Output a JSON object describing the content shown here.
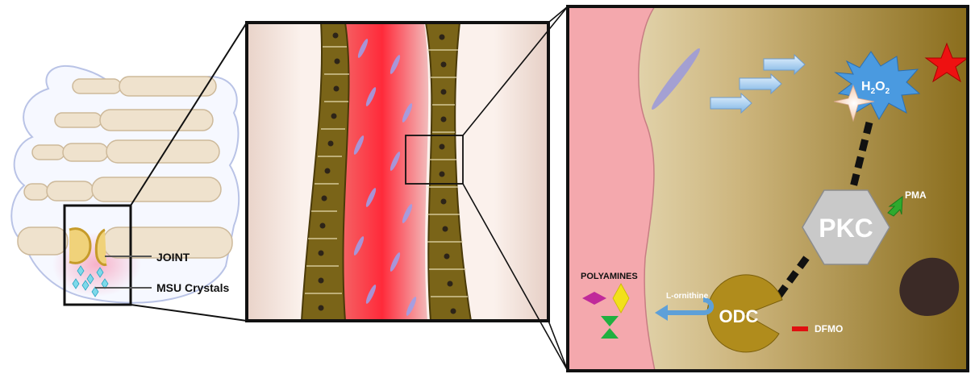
{
  "foot_panel": {
    "joint_label": "JOINT",
    "crystals_label": "MSU Crystals"
  },
  "cell_panel": {
    "h2o2_label": {
      "main": "H",
      "sub1": "2",
      "mid": "O",
      "sub2": "2"
    },
    "pkc_label": "PKC",
    "pma_label": "PMA",
    "odc_label": "ODC",
    "dfmo_label": "DFMO",
    "lornithine_label": "L-ornithine",
    "polyamines_label": "POLYAMINES"
  },
  "colors": {
    "tissue_olive": "#7a6418",
    "cytoplasm_gold": "#a88d3a",
    "odc_gold": "#b08c1c",
    "pkc_grey": "#c9c9c9",
    "h2o2_blue": "#4a9ae0",
    "star_red": "#ee1111",
    "pma_arrow_green": "#2eaa2e",
    "dfmo_red": "#e01010",
    "nucleus_dark": "#3b2a26",
    "crystal_purple": "#9b8fe0",
    "vessel_pink": "#f4a8ad",
    "polyamine_magenta": "#c02a9a",
    "polyamine_yellow": "#f2e11a",
    "polyamine_green": "#20b040"
  },
  "icons": [
    "foot-bones-icon",
    "joint-icon",
    "msu-crystal-icon",
    "h2o2-burst-icon",
    "ros-star-icon",
    "pkc-hexagon-icon",
    "odc-pacman-icon",
    "polyamine-shapes-icon",
    "nucleus-icon"
  ]
}
